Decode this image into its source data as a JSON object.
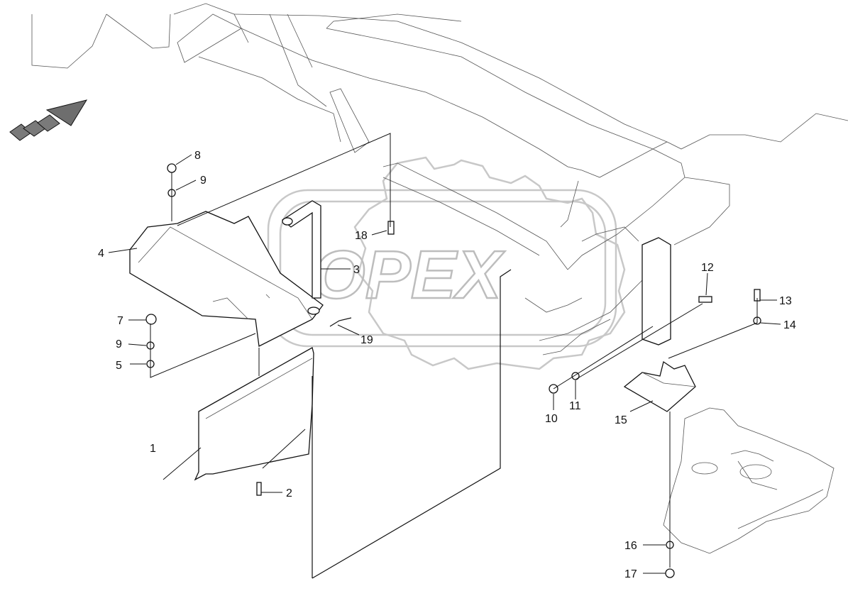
{
  "watermark": {
    "text": "OPEX",
    "color": "#c8c8c8"
  },
  "callouts": [
    {
      "num": "1"
    },
    {
      "num": "2"
    },
    {
      "num": "3"
    },
    {
      "num": "4"
    },
    {
      "num": "5"
    },
    {
      "num": "7"
    },
    {
      "num": "8"
    },
    {
      "num": "9"
    },
    {
      "num": "9"
    },
    {
      "num": "10"
    },
    {
      "num": "11"
    },
    {
      "num": "12"
    },
    {
      "num": "13"
    },
    {
      "num": "14"
    },
    {
      "num": "15"
    },
    {
      "num": "16"
    },
    {
      "num": "17"
    },
    {
      "num": "18"
    },
    {
      "num": "19"
    }
  ],
  "icons": {
    "direction": "direction-arrow-icon",
    "gear": "gear-watermark-icon"
  },
  "colors": {
    "line": "#111111",
    "watermark": "#c8c8c8",
    "arrow_fill": "#6e6e6e"
  }
}
